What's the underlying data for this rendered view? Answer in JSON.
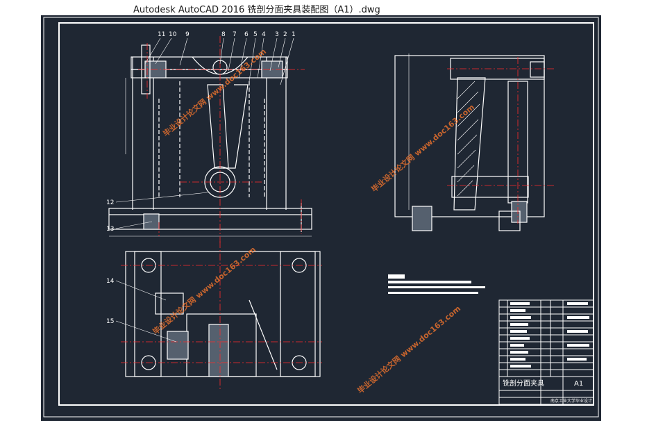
{
  "window": {
    "title": "Autodesk AutoCAD 2016    铣剖分面夹具装配图（A1）.dwg"
  },
  "colors": {
    "drawing_bg": "#1f2733",
    "line": "#ffffff",
    "center": "#ff2b2b",
    "watermark": "#ff7a2e"
  },
  "drawing": {
    "balloons_top": [
      "11",
      "10",
      "9",
      "8",
      "7",
      "6",
      "5",
      "4",
      "3",
      "2",
      "1"
    ],
    "balloons_left": [
      "12",
      "13",
      "14",
      "15"
    ],
    "watermark_text": "毕业设计论文网 www.doc163.com",
    "title_block": {
      "name": "铣剖分面夹具",
      "sheet_size": "A1",
      "school": "南京工业大学毕业设计"
    }
  }
}
